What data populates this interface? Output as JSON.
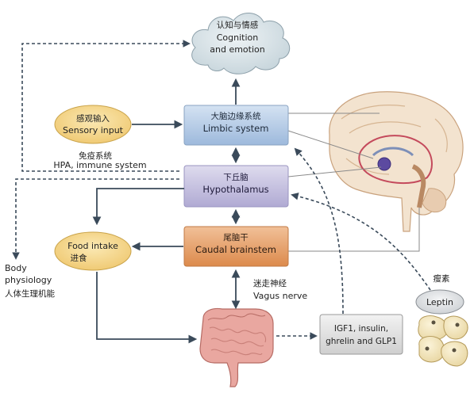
{
  "cognition": {
    "cn": "认知与情感",
    "en1": "Cognition",
    "en2": "and emotion"
  },
  "sensory": {
    "cn": "感观输入",
    "en": "Sensory input"
  },
  "limbic": {
    "cn": "大脑边缘系统",
    "en": "Limbic system"
  },
  "hpa": {
    "cn": "免疫系统",
    "en": "HPA, immune system"
  },
  "hypothalamus": {
    "cn": "下丘脑",
    "en": "Hypothalamus"
  },
  "food": {
    "en": "Food intake",
    "cn": "进食"
  },
  "brainstem": {
    "cn": "尾脑干",
    "en": "Caudal brainstem"
  },
  "body": {
    "en1": "Body",
    "en2": "physiology",
    "cn": "人体生理机能"
  },
  "vagus": {
    "cn": "迷走神经",
    "en": "Vagus nerve"
  },
  "hormones": {
    "line1": "IGF1, insulin,",
    "line2": "ghrelin and GLP1"
  },
  "leptin": {
    "cn": "瘦素",
    "en": "Leptin"
  },
  "colors": {
    "limbic_box": "#b7cde6",
    "hypothalamus_box": "#c7c3e0",
    "brainstem_box": "#e7a067",
    "oval_fill": "#f6d98a",
    "cloud_fill": "#d5e0e6",
    "arrow": "#3a4a5a"
  },
  "icons": [
    "brain-illustration",
    "intestine-illustration",
    "fat-cells-illustration",
    "cloud-shape"
  ]
}
